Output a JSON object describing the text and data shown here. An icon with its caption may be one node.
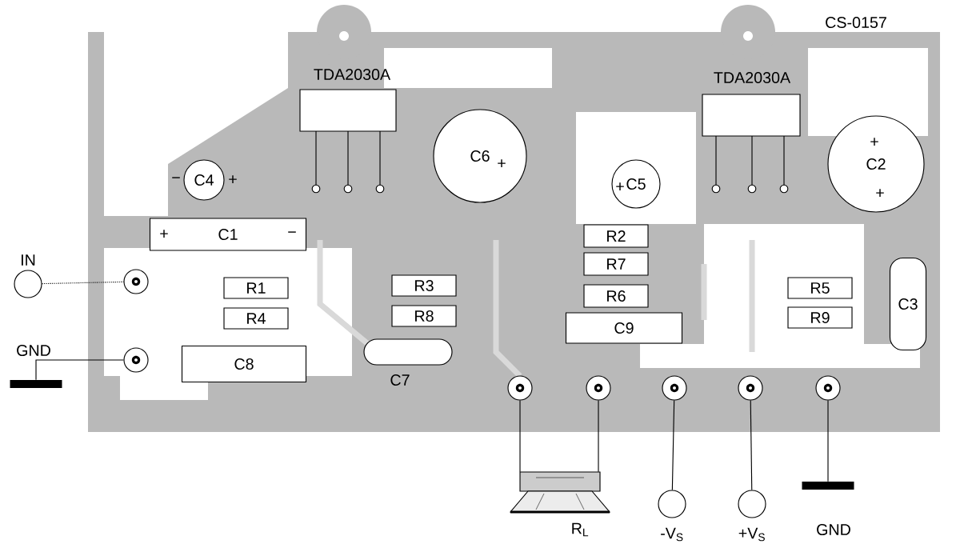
{
  "diagram": {
    "nodes": [
      {
        "text": [],
        "shape": "circle",
        "beside": [
          "IN"
        ]
      },
      {
        "text": [],
        "shape": "circle"
      },
      {
        "text": [],
        "shape": "bar",
        "beside": [
          "GND"
        ]
      },
      {
        "text": [],
        "shape": "circle"
      },
      {
        "text": [],
        "shape": "circle"
      },
      {
        "text": [],
        "shape": "circle"
      },
      {
        "text": [],
        "shape": "circle"
      },
      {
        "text": [],
        "shape": "circle"
      },
      {
        "text": [],
        "shape": "circle"
      },
      {
        "text": [],
        "shape": "picture",
        "beside": [
          "R$_{L}$"
        ]
      },
      {
        "text": [],
        "shape": "circle",
        "beside": [
          "-V$_{S}$"
        ]
      },
      {
        "text": [],
        "shape": "circle",
        "beside": [
          "+V$_{S}$"
        ]
      },
      {
        "text": [],
        "shape": "bar",
        "beside": [
          "GND"
        ]
      },
      {
        "text": [
          "C4"
        ]
      },
      {
        "text": [
          "C1"
        ]
      },
      {
        "text": [
          "R1"
        ]
      },
      {
        "text": [
          "R4"
        ]
      },
      {
        "text": [
          "C8"
        ]
      },
      {
        "text": [
          "C7"
        ]
      },
      {
        "text": [
          "R3"
        ]
      },
      {
        "text": [
          "R8"
        ]
      },
      {
        "text": [
          "C6"
        ]
      },
      {
        "text": [
          "R2"
        ]
      },
      {
        "text": [
          "R7"
        ]
      },
      {
        "text": [
          "R6"
        ]
      },
      {
        "text": [
          "C9"
        ]
      },
      {
        "text": [
          "C5"
        ]
      },
      {
        "text": [
          "C2"
        ]
      },
      {
        "text": [
          "R5"
        ]
      },
      {
        "text": [
          "R9"
        ]
      },
      {
        "text": [
          "C3"
        ]
      }
    ],
    "edges": [
      {
        "from": 0,
        "to": 1,
        "arrow": "none",
        "style": "dashed"
      },
      {
        "from": 3,
        "to": 2,
        "arrow": "none"
      },
      {
        "from": 4,
        "to": 9,
        "arrow": "none"
      },
      {
        "from": 5,
        "to": 9,
        "arrow": "none"
      },
      {
        "from": 6,
        "to": 10,
        "arrow": "none"
      },
      {
        "from": 7,
        "to": 11,
        "arrow": "none"
      },
      {
        "from": 8,
        "to": 12,
        "arrow": "none"
      }
    ],
    "labels": [
      "CS-0157",
      "TDA2030A",
      "TDA2030A",
      "+",
      "+",
      "−",
      "+",
      "+",
      "+",
      "−",
      "+"
    ]
  }
}
